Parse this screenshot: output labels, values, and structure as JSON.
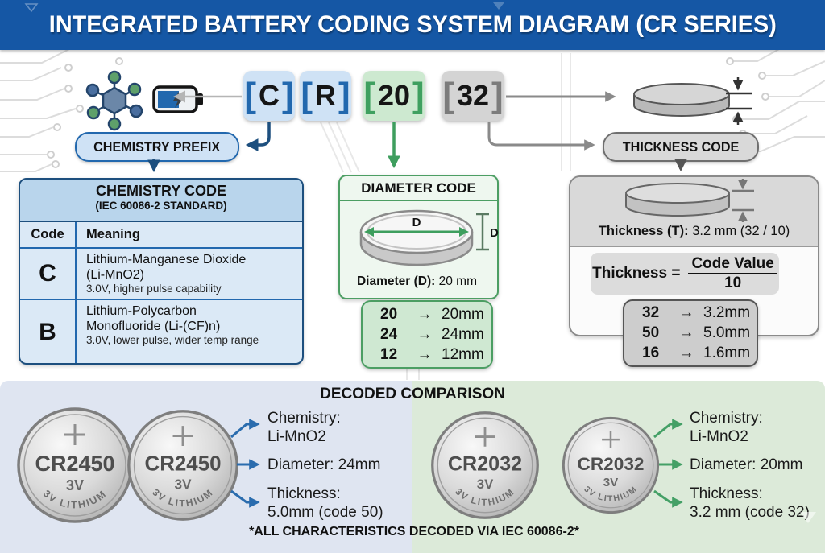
{
  "title": "INTEGRATED BATTERY CODING SYSTEM DIAGRAM (CR SERIES)",
  "glyphs": {
    "arrow": "→",
    "bracket_open": "[",
    "bracket_close": "]"
  },
  "code_string": {
    "chemistry_letter_1": "C",
    "chemistry_letter_2": "R",
    "diameter_code": "20",
    "thickness_code": "32"
  },
  "callouts": {
    "chemistry_prefix": "CHEMISTRY PREFIX",
    "thickness_code": "THICKNESS CODE"
  },
  "chemistry_panel": {
    "title": "CHEMISTRY CODE",
    "subtitle": "(IEC 60086-2 STANDARD)",
    "columns": {
      "code": "Code",
      "meaning": "Meaning"
    },
    "rows": [
      {
        "code": "C",
        "meaning_line1": "Lithium-Manganese Dioxide",
        "meaning_line2": "(Li-MnO2)",
        "note": "3.0V, higher pulse capability"
      },
      {
        "code": "B",
        "meaning_line1": "Lithium-Polycarbon",
        "meaning_line2": "Monofluoride (Li-(CF)n)",
        "note": "3.0V, lower pulse, wider temp range"
      }
    ]
  },
  "diameter_panel": {
    "title": "DIAMETER CODE",
    "dimension_label": "D",
    "caption_label": "Diameter (D):",
    "caption_value": "20 mm",
    "mappings": [
      {
        "code": "20",
        "value": "20mm"
      },
      {
        "code": "24",
        "value": "24mm"
      },
      {
        "code": "12",
        "value": "12mm"
      }
    ]
  },
  "thickness_panel": {
    "caption_label": "Thickness (T):",
    "caption_value": "3.2 mm (32 / 10)",
    "formula_lhs": "Thickness =",
    "formula_numerator": "Code Value",
    "formula_denominator": "10",
    "mappings": [
      {
        "code": "32",
        "value": "3.2mm"
      },
      {
        "code": "50",
        "value": "5.0mm"
      },
      {
        "code": "16",
        "value": "1.6mm"
      }
    ]
  },
  "comparison": {
    "title": "DECODED COMPARISON",
    "left": {
      "battery_label": "CR2450",
      "voltage": "3V",
      "ring_text": "3V LITHIUM",
      "specs": [
        {
          "line1": "Chemistry:",
          "line2": "Li-MnO2"
        },
        {
          "line1": "Diameter: 24mm",
          "line2": ""
        },
        {
          "line1": "Thickness:",
          "line2": "5.0mm (code 50)"
        }
      ]
    },
    "right": {
      "battery_label": "CR2032",
      "voltage": "3V",
      "ring_text": "3V LITHIUM",
      "specs": [
        {
          "line1": "Chemistry:",
          "line2": "Li-MnO2"
        },
        {
          "line1": "Diameter: 20mm",
          "line2": ""
        },
        {
          "line1": "Thickness:",
          "line2": "3.2 mm (code 32)"
        }
      ]
    },
    "footnote": "*ALL CHARACTERISTICS DECODED VIA IEC 60086-2*"
  },
  "colors": {
    "header_bg": "#1557a5",
    "chemistry_accent": "#2268ae",
    "chemistry_dark": "#1d4f7e",
    "chemistry_fill": "#cfe2f5",
    "diameter_accent": "#44a066",
    "diameter_fill": "#cde9d0",
    "thickness_accent": "#7c7c7c",
    "thickness_fill": "#d6d6d6",
    "comparison_left_bg": "#dfe5f1",
    "comparison_right_bg": "#dcead9"
  }
}
